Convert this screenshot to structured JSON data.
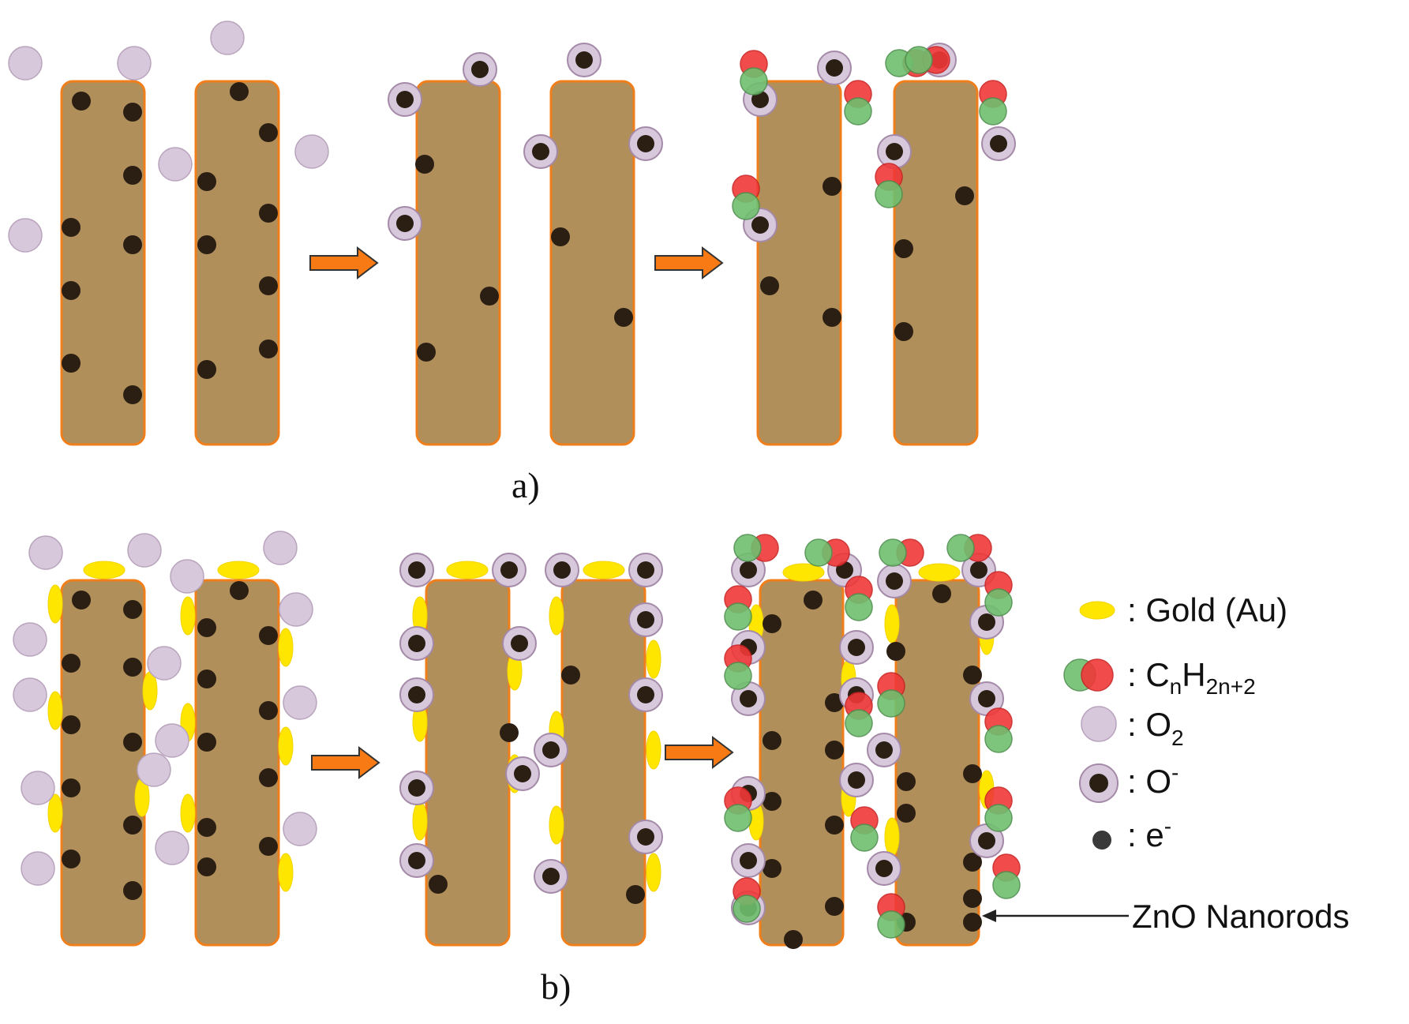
{
  "captions": {
    "a": "a)",
    "b": "b)"
  },
  "legend": {
    "gold": ": Gold (Au)",
    "hydrocarbon_prefix": ": C",
    "hydrocarbon_sub1": "n",
    "hydrocarbon_mid": "H",
    "hydrocarbon_sub2": "2n+2",
    "o2_prefix": ": O",
    "o2_sub": "2",
    "oion_prefix": ": O",
    "oion_sup": "-",
    "electron_prefix": ": e",
    "electron_sup": "-",
    "nanorod_label": "ZnO Nanorods"
  },
  "colors": {
    "rod_fill": "#b08f5a",
    "rod_outline": "#f07e1a",
    "oxygen": "#d8c8dc",
    "electron": "#2b1f14",
    "gold": "#ffe600",
    "hydrocarbon_green": "#6fbf6f",
    "hydrocarbon_red": "#f03838",
    "arrow": "#f77a14"
  }
}
